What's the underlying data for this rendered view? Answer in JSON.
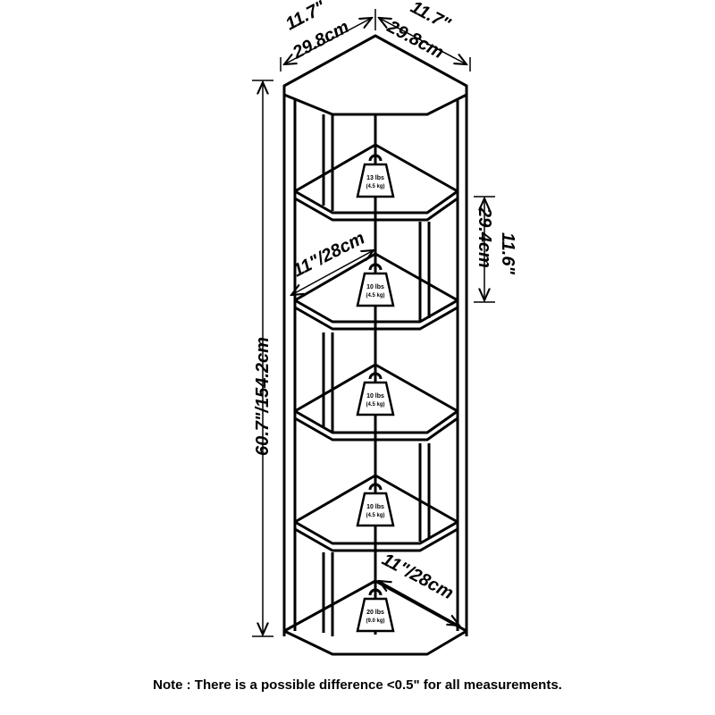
{
  "dimensions": {
    "width_left_in": "11.7\"",
    "width_left_cm": "29.8cm",
    "width_right_in": "11.7\"",
    "width_right_cm": "29.8cm",
    "height": "60.7\"/154.2cm",
    "shelf_spacing_cm": "29.4cm",
    "shelf_spacing_in": "11.6\"",
    "shelf_depth_upper": "11\"/28cm",
    "shelf_depth_lower": "11\"/28cm"
  },
  "weights": [
    {
      "lbs": "13 lbs",
      "kg": "(4.5 kg)"
    },
    {
      "lbs": "10 lbs",
      "kg": "(4.5 kg)"
    },
    {
      "lbs": "10 lbs",
      "kg": "(4.5 kg)"
    },
    {
      "lbs": "10 lbs",
      "kg": "(4.5 kg)"
    },
    {
      "lbs": "20 lbs",
      "kg": "(9.0 kg)"
    }
  ],
  "note": "Note : There is a possible difference <0.5\" for all measurements.",
  "colors": {
    "line": "#000000",
    "background": "#ffffff"
  }
}
